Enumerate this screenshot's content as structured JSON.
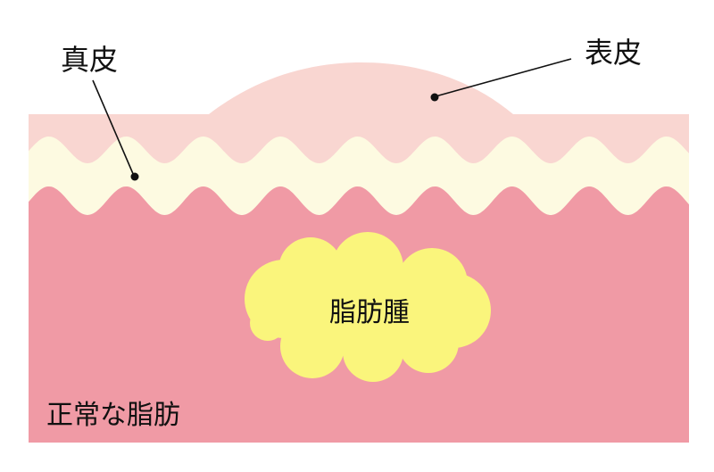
{
  "labels": {
    "dermis": "真皮",
    "epidermis": "表皮",
    "lipoma": "脂肪腫",
    "normal_fat": "正常な脂肪"
  },
  "colors": {
    "epidermis": "#f9d6d1",
    "dermis": "#fdfae1",
    "fat": "#f09aa5",
    "lipoma": "#faf57c",
    "ink": "#111111"
  }
}
